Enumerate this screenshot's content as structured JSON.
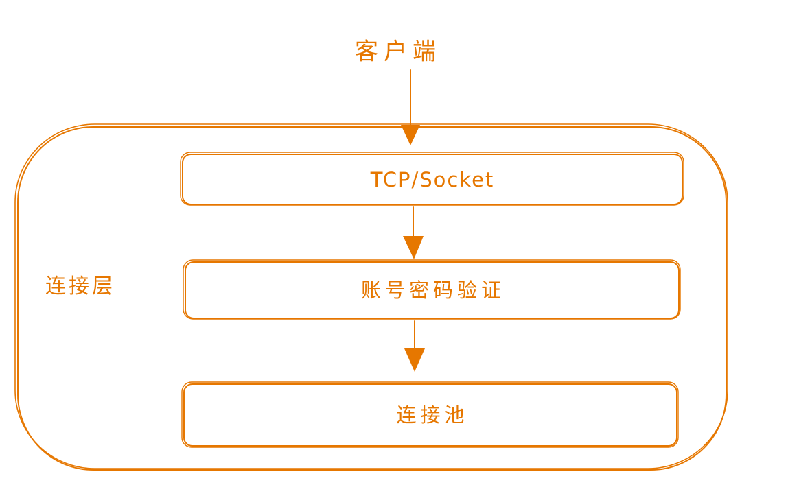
{
  "diagram": {
    "stroke_color": "#e67700",
    "nodes": {
      "client": {
        "label": "客户端"
      },
      "layer": {
        "label": "连接层"
      },
      "tcp": {
        "label": "TCP/Socket"
      },
      "auth": {
        "label": "账号密码验证"
      },
      "pool": {
        "label": "连接池"
      }
    },
    "edges": [
      {
        "from": "client",
        "to": "layer"
      },
      {
        "from": "tcp",
        "to": "auth"
      },
      {
        "from": "auth",
        "to": "pool"
      }
    ]
  }
}
